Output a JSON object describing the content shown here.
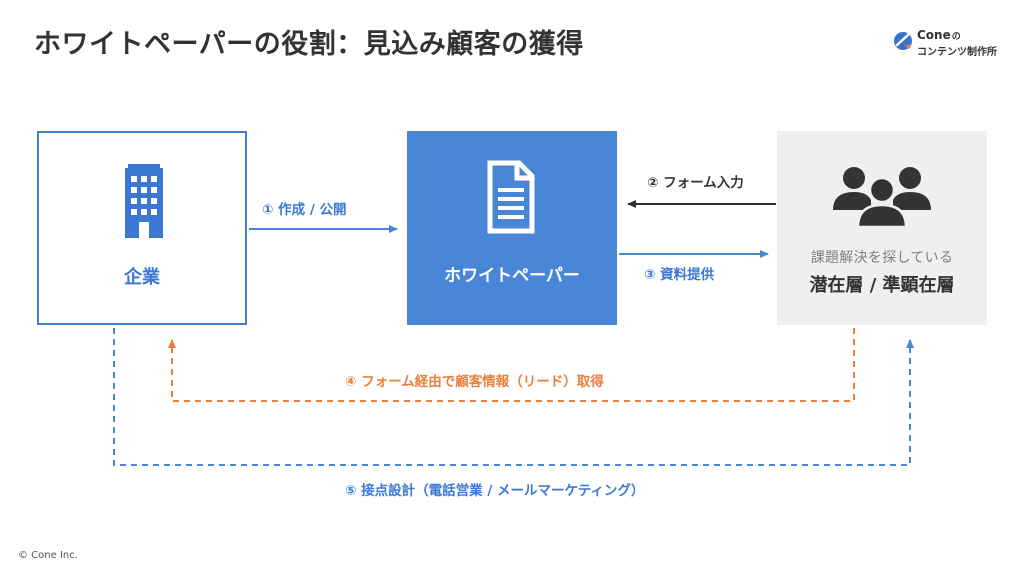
{
  "header": {
    "title": "ホワイトペーパーの役割：見込み顧客の獲得"
  },
  "logo": {
    "name": "Cone",
    "name_suffix": "の",
    "subtitle": "コンテンツ制作所"
  },
  "nodes": {
    "company": {
      "label": "企業"
    },
    "whitepaper": {
      "label": "ホワイトペーパー"
    },
    "target": {
      "description": "課題解決を探している",
      "label": "潜在層 / 準顕在層"
    }
  },
  "flows": {
    "create_publish": "① 作成 / 公開",
    "form_input": "② フォーム入力",
    "provide_docs": "③ 資料提供",
    "lead_acquisition": "④ フォーム経由で顧客情報（リード）取得",
    "contact_design": "⑤ 接点設計（電話営業 / メールマーケティング）"
  },
  "colors": {
    "primary_blue": "#4a86d8",
    "orange": "#e97f3c",
    "dark": "#333333",
    "light_gray": "#efefef"
  },
  "footer": {
    "copyright": "© Cone Inc."
  }
}
